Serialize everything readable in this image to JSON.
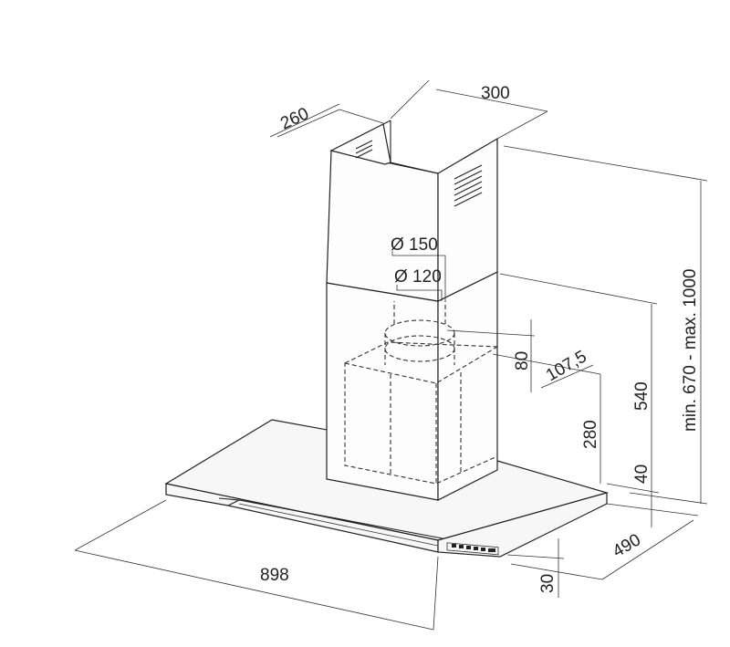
{
  "dimensions": {
    "chimney_depth": "260",
    "chimney_width": "300",
    "outlet_150": "Ø 150",
    "outlet_120": "Ø 120",
    "collar_height": "80",
    "collar_offset": "107,5",
    "hood_depth": "280",
    "lower_height": "540",
    "glass_thickness": "40",
    "total_height": "min. 670 - max. 1000",
    "total_width": "898",
    "total_depth": "490",
    "bottom_thickness": "30"
  },
  "colors": {
    "line": "#222222",
    "background": "#ffffff"
  },
  "icons": {
    "control_panel": "button-row-icon",
    "vent": "vent-grille-icon"
  }
}
